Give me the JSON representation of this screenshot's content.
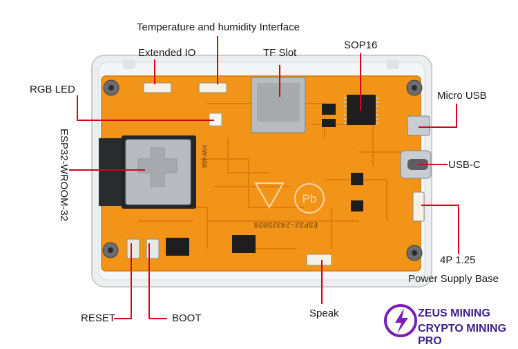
{
  "labels": {
    "temp_humidity": "Temperature and humidity Interface",
    "extended_io": "Extended IO",
    "tf_slot": "TF Slot",
    "sop16": "SOP16",
    "rgb_led": "RGB LED",
    "micro_usb": "Micro USB",
    "esp32": "ESP32-WROOM-32",
    "usb_c": "USB-C",
    "connector_4p": "4P 1.25",
    "power_base": "Power Supply Base",
    "reset": "RESET",
    "boot": "BOOT",
    "speak": "Speak"
  },
  "board_marks": {
    "model": "ESP32-2432S028",
    "hw": "HW-458"
  },
  "brand": {
    "line1": "ZEUS MINING",
    "line2": "CRYPTO MINING PRO"
  },
  "colors": {
    "pcb": "#f29418",
    "callout": "#d6001c",
    "brand": "#3d1f87",
    "bolt": "#7a1fb8"
  }
}
